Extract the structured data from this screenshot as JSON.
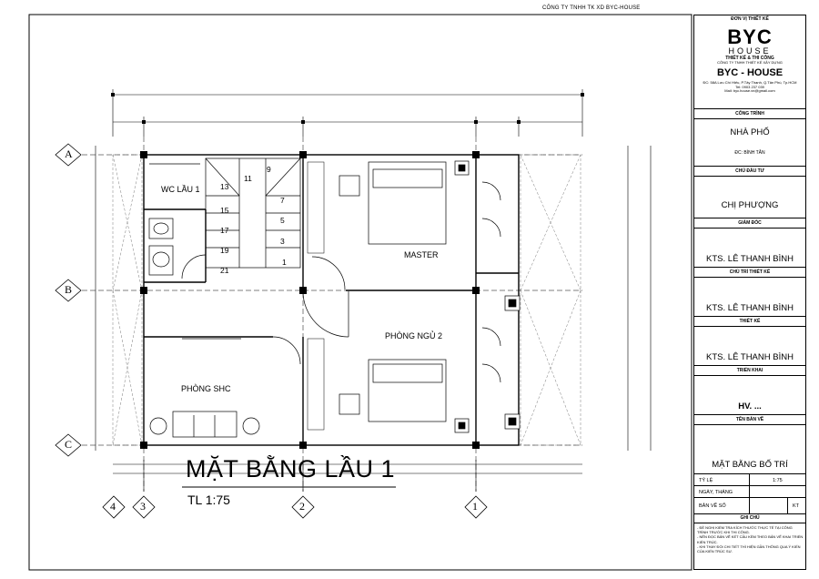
{
  "top_note": "CÔNG TY TNHH TK XD BYC-HOUSE",
  "titleblock": {
    "unit_header": "ĐƠN VỊ THIẾT KẾ",
    "logo_main": "BYC",
    "logo_sub": "HOUSE",
    "logo_tag": "THIẾT KẾ & THI CÔNG",
    "company": "CÔNG TY TNHH THIẾT KẾ XÂY DỰNG",
    "brand": "BYC - HOUSE",
    "address": "ĐC: 58A Lưu Chí Hiếu, P.Tây Thạnh, Q.Tân Phú, Tp.HCM",
    "tel": "Tel: 0903 237 039",
    "mail": "Mail: byc.house.vn@gmail.com",
    "project_header": "CÔNG TRÌNH",
    "project": "NHÀ PHỐ",
    "project_address": "ĐC: BÌNH TÂN",
    "owner_header": "CHỦ ĐẦU TƯ",
    "owner": "CHỊ PHƯỢNG",
    "director_header": "GIÁM ĐỐC",
    "director": "KTS. LÊ THANH BÌNH",
    "chief_header": "CHỦ TRÌ THIẾT KẾ",
    "chief": "KTS. LÊ THANH BÌNH",
    "design_header": "THIẾT KẾ",
    "design": "KTS. LÊ THANH BÌNH",
    "deploy_header": "TRIỂN KHAI",
    "deploy": "HV. ...",
    "drawing_name_header": "TÊN BẢN VẼ",
    "drawing_name": "MẶT BẰNG BỐ TRÍ",
    "scale_label": "TỶ LỆ",
    "scale_value": "1:75",
    "date_label": "NGÀY, THÁNG",
    "sheet_label": "BẢN VẼ SỐ",
    "sheet_value": "KT",
    "notes_header": "GHI CHÚ",
    "notes": [
      "- ĐỀ NGHỊ KIỂM TRA KÍCH THƯỚC THỰC TẾ TẠI CÔNG TRÌNH TRƯỚC KHI THI CÔNG.",
      "- NÊN ĐỌC BẢN VẼ KẾT CẤU KÈM THEO BẢN VẼ KHAI TRIỂN KIẾN TRÚC.",
      "- KHI THAY ĐỔI CHI TIẾT THÌ HIỆN GẦN THÔNG QUA Ý KIẾN CỦA KIẾN TRÚC SƯ."
    ]
  },
  "drawing": {
    "title": "MẶT BẰNG LẦU 1",
    "scale": "TL 1:75",
    "rooms": {
      "wc": "WC LẦU 1",
      "master": "MASTER",
      "bed2": "PHÒNG NGỦ 2",
      "shc": "PHÒNG SHC"
    },
    "stair_numbers": [
      "13",
      "11",
      "9",
      "15",
      "7",
      "17",
      "5",
      "19",
      "3",
      "21",
      "1"
    ],
    "grid_rows": [
      "A",
      "B",
      "C"
    ],
    "grid_cols": [
      "4",
      "3",
      "2",
      "1"
    ]
  }
}
